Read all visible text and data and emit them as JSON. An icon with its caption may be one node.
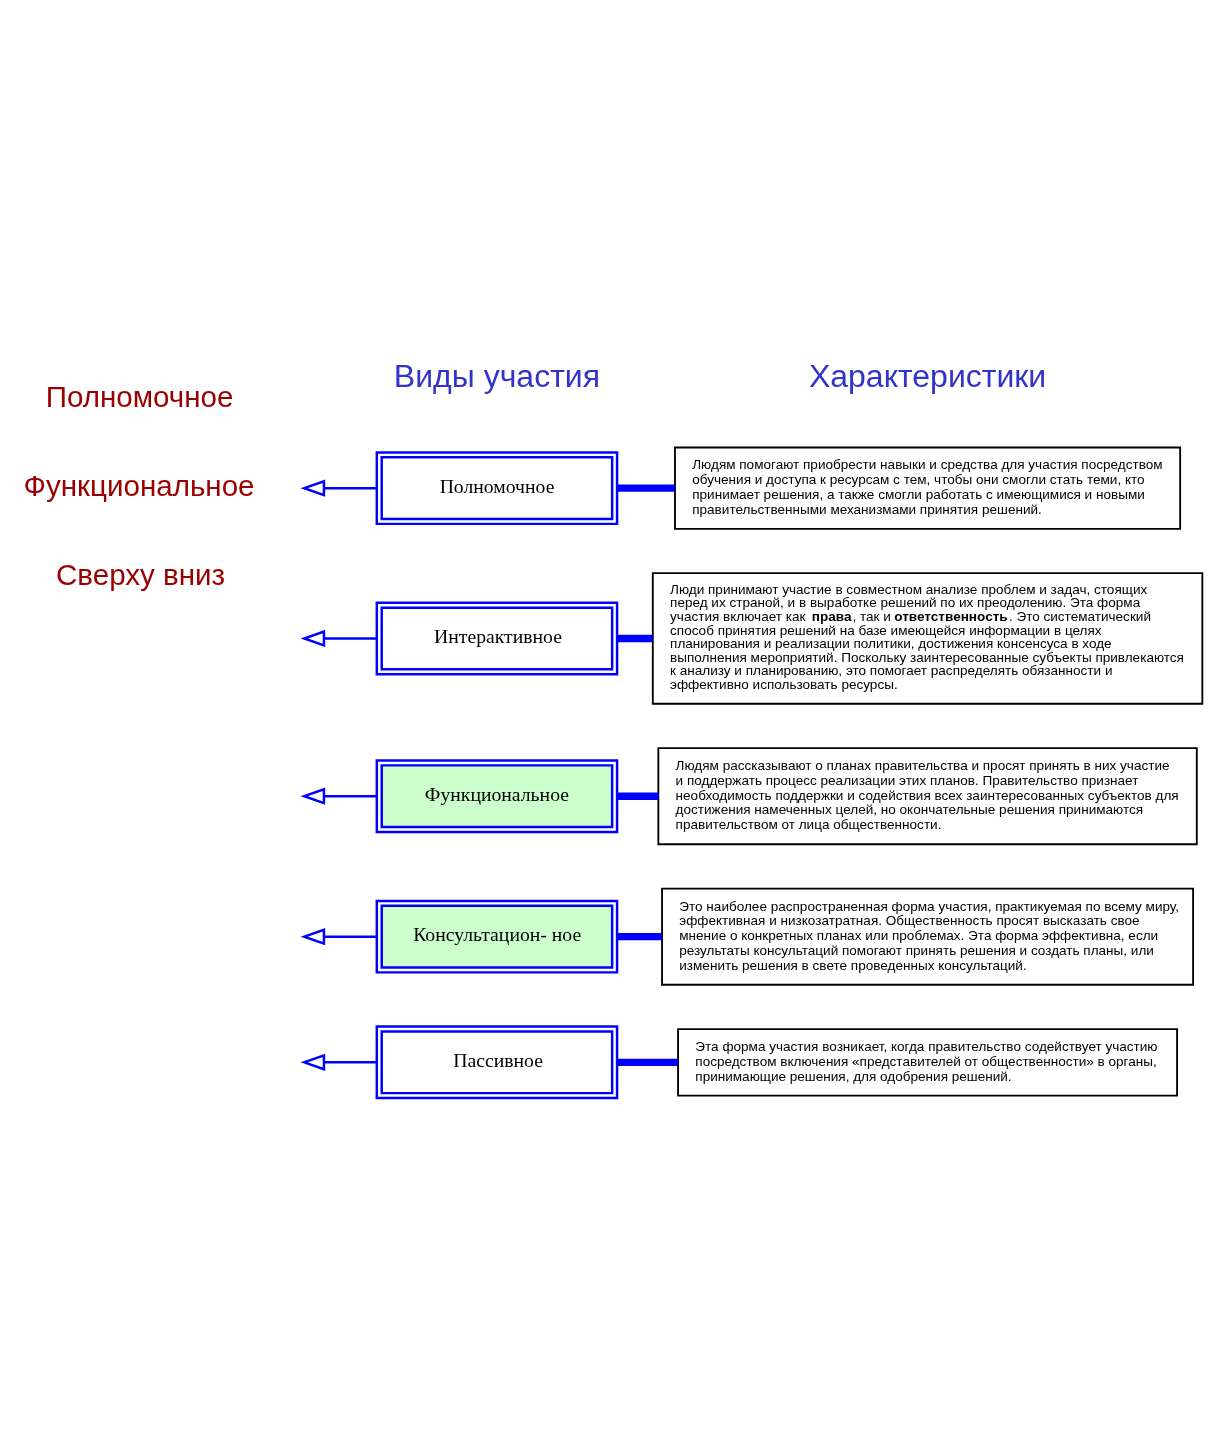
{
  "diagram": {
    "nodes": [
      {
        "text": [
          "Полномочное"
        ]
      },
      {
        "text": [
          "Людям помогают приобрести навыки и средства для участия посредством обучения и доступа к ресурсам с тем, чтобы они смогли стать теми, кто принимает решения, а также смогли работать с имеющимися и новыми правительственными механизмами принятия решений."
        ]
      },
      {
        "text": [
          "Интерактивное"
        ]
      },
      {
        "text": [
          "Люди принимают участие в совместном анализе проблем и задач, стоящих перед их страной, и в выработке решений по их преодолению. Эта форма участия включает как **права**, так и **ответственность**. Это систематический способ принятия решений на базе имеющейся информации в целях планирования и реализации политики, достижения консенсуса в ходе выполнения мероприятий. Поскольку заинтересованные субъекты привлекаются к анализу и планированию, это помогает распределять обязанности и эффективно использовать ресурсы."
        ]
      },
      {
        "text": [
          "Функциональное"
        ]
      },
      {
        "text": [
          "Людям рассказывают о планах правительства и просят принять в них участие и поддержать процесс реализации этих планов. Правительство признает необходимость поддержки и содействия всех заинтересованных субъектов для достижения намеченных целей, но окончательные решения принимаются правительством от лица общественности."
        ]
      },
      {
        "text": [
          "Консультацион- ное"
        ]
      },
      {
        "text": [
          "Это наиболее распространенная форма участия, практикуемая по всему миру, эффективная и низкозатратная. Общественность просят высказать свое мнение о конкретных планах или проблемах. Эта форма эффективна, если результаты консультаций помогают принять решения и создать планы, или изменить решения в свете проведенных консультаций."
        ]
      },
      {
        "text": [
          "Пассивное"
        ]
      },
      {
        "text": [
          "Эта форма участия возникает, когда правительство содействует участию посредством включения «представителей от общественности» в органы, принимающие решения, для одобрения решений."
        ]
      }
    ],
    "edges": [
      {
        "from": 0,
        "to": null,
        "arrow": "to"
      },
      {
        "from": 0,
        "to": 1,
        "arrow": "none",
        "style": "thick"
      },
      {
        "from": 2,
        "to": null,
        "arrow": "to"
      },
      {
        "from": 2,
        "to": 3,
        "arrow": "none",
        "style": "thick"
      },
      {
        "from": 4,
        "to": null,
        "arrow": "to"
      },
      {
        "from": 4,
        "to": 5,
        "arrow": "none",
        "style": "thick"
      },
      {
        "from": 6,
        "to": null,
        "arrow": "to"
      },
      {
        "from": 6,
        "to": 7,
        "arrow": "none",
        "style": "thick"
      },
      {
        "from": 8,
        "to": null,
        "arrow": "to"
      },
      {
        "from": 8,
        "to": 9,
        "arrow": "none",
        "style": "thick"
      }
    ],
    "labels": [
      "Виды участия",
      "Характеристики",
      "Полномочное",
      "Функциональное",
      "Сверху вниз"
    ]
  }
}
